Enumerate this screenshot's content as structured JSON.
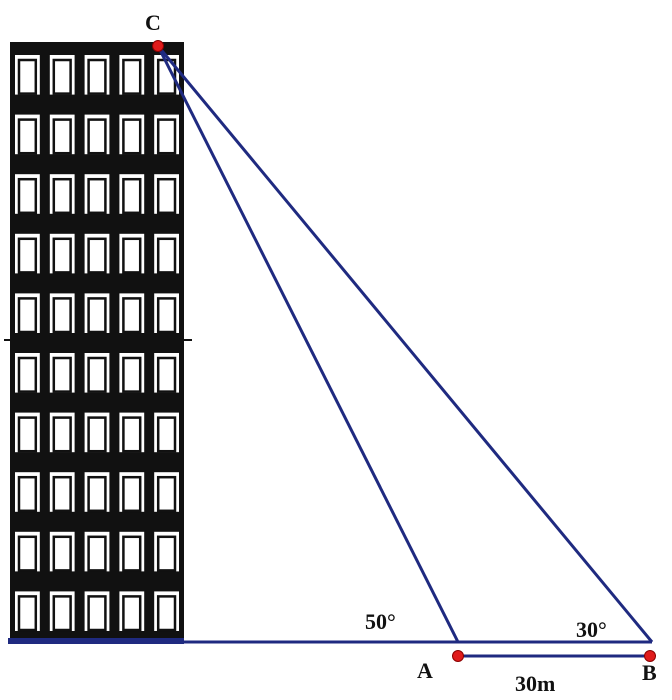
{
  "points": {
    "top": "C",
    "near": "A",
    "far": "B"
  },
  "angles": {
    "near": "50°",
    "far": "30°"
  },
  "distance": "30m",
  "building": {
    "floors": 10,
    "columns": 5
  },
  "colors": {
    "line": "#1f2a80",
    "point": "#e01b1b",
    "building": "#111111"
  }
}
